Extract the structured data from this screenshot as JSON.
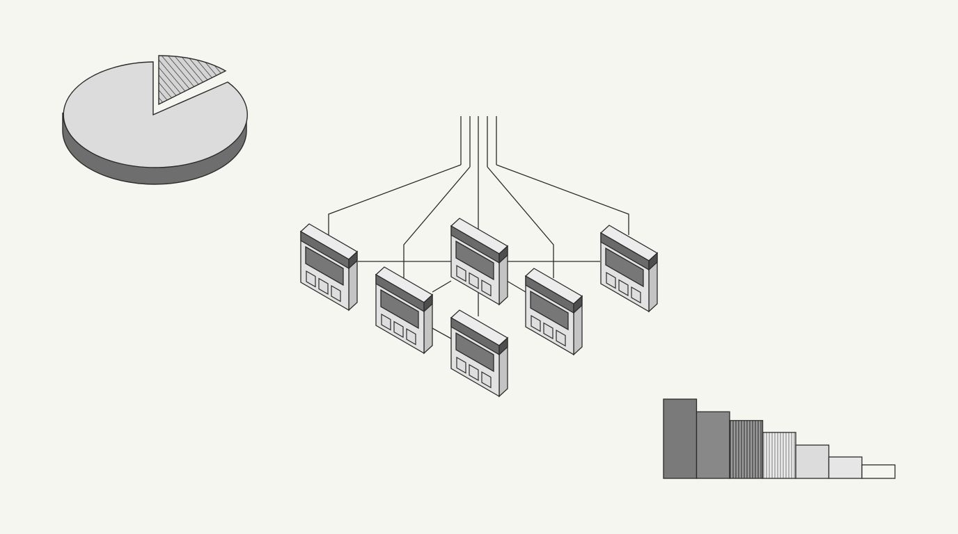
{
  "palette": {
    "background": "#f6f6f1",
    "stroke": "#2a2a2a",
    "pie_top": "#dcdcdc",
    "pie_side": "#6e6e6e",
    "slice_fill": "#d4d4d4",
    "device_face": "#e2e2e2",
    "device_side": "#c4c4c4",
    "device_top": "#ececec",
    "device_band": "#6a6a6a",
    "device_screen": "#777777",
    "device_button": "#dedede"
  },
  "pie": {
    "slices": [
      {
        "label": "",
        "fraction": 0.86,
        "exploded": false,
        "pattern": "solid"
      },
      {
        "label": "",
        "fraction": 0.14,
        "exploded": true,
        "pattern": "hatched"
      }
    ]
  },
  "network": {
    "source_lines": 5,
    "nodes": [
      {
        "id": "node-1",
        "icon": "terminal-device-icon",
        "buttons": 3
      },
      {
        "id": "node-2",
        "icon": "terminal-device-icon",
        "buttons": 3
      },
      {
        "id": "node-3",
        "icon": "terminal-device-icon",
        "buttons": 3
      },
      {
        "id": "node-4",
        "icon": "terminal-device-icon",
        "buttons": 3
      },
      {
        "id": "node-5",
        "icon": "terminal-device-icon",
        "buttons": 3
      },
      {
        "id": "node-6",
        "icon": "terminal-device-icon",
        "buttons": 3
      }
    ]
  },
  "chart_data": {
    "type": "bar",
    "categories": [
      "",
      "",
      "",
      "",
      "",
      "",
      ""
    ],
    "values": [
      100,
      84,
      73,
      58,
      42,
      27,
      17
    ],
    "series_fills": [
      "#7a7a7a",
      "#888888",
      "pattern-dense",
      "pattern-light",
      "#dcdcdc",
      "#e6e6e6",
      "#f6f6f1"
    ],
    "ylim": [
      0,
      100
    ],
    "grid": false,
    "legend": "none",
    "title": "",
    "xlabel": "",
    "ylabel": ""
  }
}
